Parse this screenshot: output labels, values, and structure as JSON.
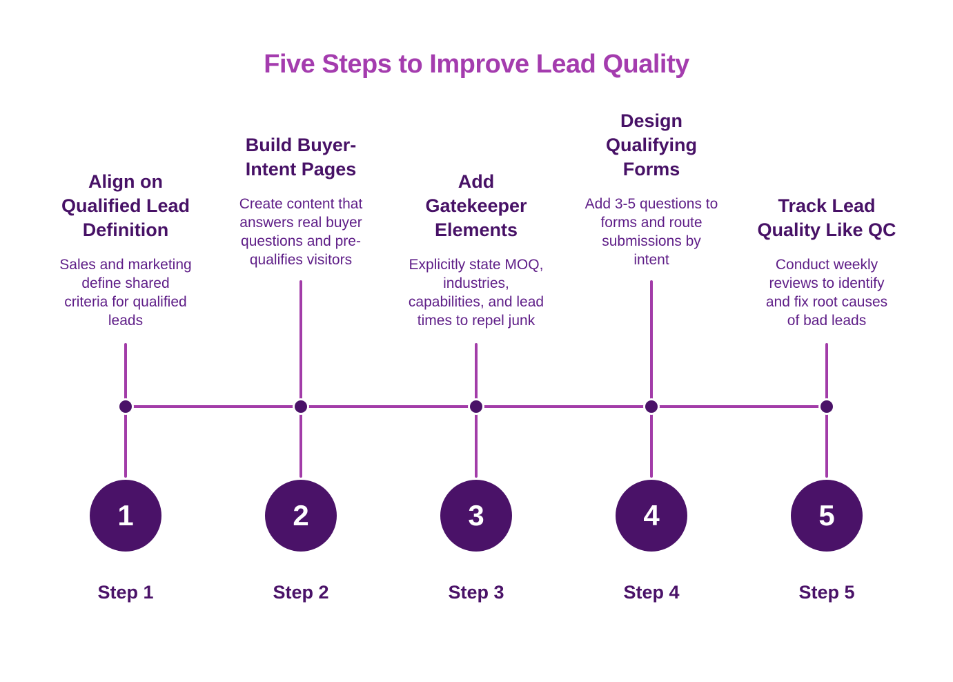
{
  "title": "Five Steps to Improve Lead Quality",
  "colors": {
    "accent_purple": "#a23ca8",
    "title_purple": "#a43cae",
    "dark_purple": "#4a1268",
    "step_title_purple": "#471166",
    "description_purple": "#5e1d87",
    "number_text": "#ffffff",
    "background": "#ffffff"
  },
  "steps": [
    {
      "number": "1",
      "label": "Step 1",
      "title": "Align on\nQualified Lead\nDefinition",
      "description": "Sales and marketing\ndefine shared\ncriteria for qualified\nleads"
    },
    {
      "number": "2",
      "label": "Step 2",
      "title": "Build Buyer-\nIntent Pages",
      "description": "Create content that\nanswers real buyer\nquestions and pre-\nqualifies visitors"
    },
    {
      "number": "3",
      "label": "Step 3",
      "title": "Add\nGatekeeper\nElements",
      "description": "Explicitly state MOQ,\nindustries,\ncapabilities, and lead\ntimes to repel junk"
    },
    {
      "number": "4",
      "label": "Step 4",
      "title": "Design\nQualifying\nForms",
      "description": "Add 3-5 questions to\nforms and route\nsubmissions by\nintent"
    },
    {
      "number": "5",
      "label": "Step 5",
      "title": "Track Lead\nQuality Like QC",
      "description": "Conduct weekly\nreviews to identify\nand fix root causes\nof bad leads"
    }
  ]
}
